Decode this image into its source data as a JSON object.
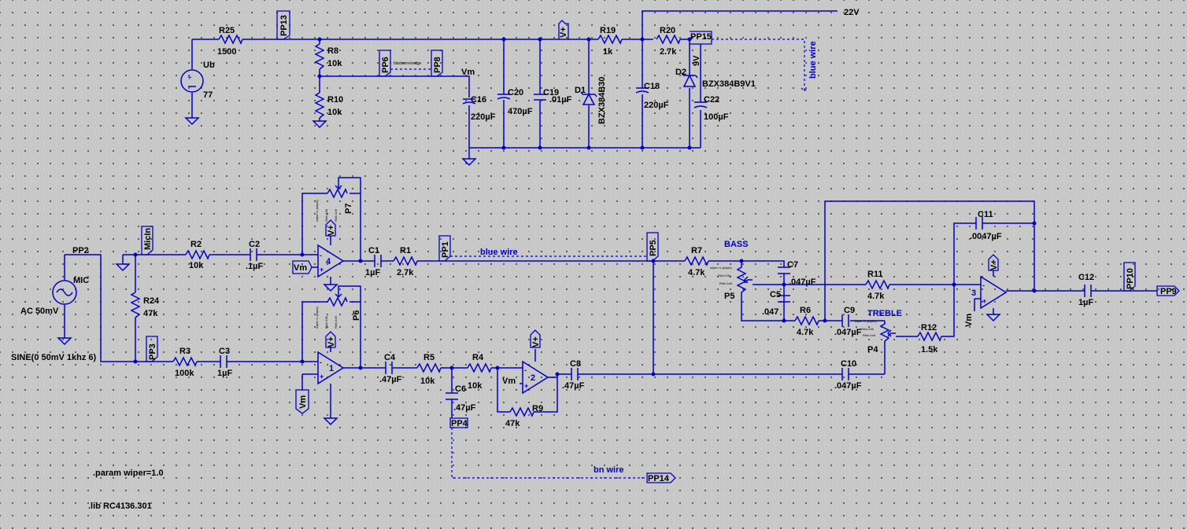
{
  "labels": {
    "supply_rail": "22V",
    "r25": "R25",
    "r25_val": "1500",
    "pp13": "PP13",
    "ub": "Ub",
    "ub_val": "77",
    "r8": "R8",
    "r8_val": "10k",
    "r10": "R10",
    "r10_val": "10k",
    "pp6": "PP6",
    "pp8": "PP8",
    "pp6_wire": "blackwire/widge",
    "vm": "Vm",
    "c16": "C16",
    "c16_val": "220µF",
    "c20": "C20",
    "c20_val": "470µF",
    "c19": "C19",
    "c19_val": ".01µF",
    "d1": "D1",
    "d1_part": "BZX384B30",
    "vplus": "V+",
    "r19": "R19",
    "r19_val": "1k",
    "r20": "R20",
    "r20_val": "2.7k",
    "pp15": "PP15",
    "nine_v": "9V",
    "c18": "C18",
    "c18_val": "220µF",
    "d2": "D2",
    "d2_part": "BZX384B9V1",
    "c22": "C22",
    "c22_val": "100µF",
    "blue_wire_top": "blue wire",
    "micin": "MicIn",
    "r2": "R2",
    "r2_val": "10k",
    "c2": "C2",
    "c2_val": ".1µF",
    "u4": "4",
    "p7": "P7",
    "c1": "C1",
    "c1_val": "1µF",
    "r1": "R1",
    "r1_val": "2.7k",
    "pp1": "PP1",
    "blue_wire_mid": "blue wire",
    "pp5": "PP5",
    "pp2": "PP2",
    "mic": "MIC",
    "ac": "AC 50mV",
    "sine": "SINE(0 50mV 1khz 6)",
    "r24": "R24",
    "r24_val": "47k",
    "pp3": "PP3",
    "r3": "R3",
    "r3_val": "100k",
    "c3": "C3",
    "c3_val": "1µF",
    "u1": "1",
    "p6": "P6",
    "c4": "C4",
    "c4_val": ".47µF",
    "r5": "R5",
    "r5_val": "10k",
    "r4": "R4",
    "r4_val": "10k",
    "u2": "2",
    "r9": "R9",
    "r9_val": "47k",
    "c8": "C8",
    "c8_val": ".47µF",
    "c6": "C6",
    "c6_val": ".47µF",
    "pp4": "PP4",
    "bn_wire": "bn wire",
    "pp14": "PP14",
    "r7": "R7",
    "r7_val": "4.7k",
    "bass": "BASS",
    "p5": "P5",
    "c7": "C7",
    "c7_val": ".047µF",
    "c5": "C5",
    "c5_val": ".047",
    "r6": "R6",
    "r6_val": "4.7k",
    "r11": "R11",
    "r11_val": "4.7k",
    "c9": "C9",
    "c9_val": ".047µF",
    "treble": "TREBLE",
    "p4": "P4",
    "r12": "R12",
    "r12_val": "1.5k",
    "c10": "C10",
    "c10_val": ".047µF",
    "c11": "C11",
    "c11_val": ".0047µF",
    "u3": "3",
    "c12": "C12",
    "c12_val": "1µF",
    "pp10": "PP10",
    "pp9": "PP9",
    "pot_tiny_a": "wiper=1-{wiper}",
    "pot_tiny_b": "Rtot=10k",
    "pot_tiny_c": "Rbit=1e6",
    "param": ".param wiper=1.0",
    "lib": ".lib RC4136.301"
  }
}
